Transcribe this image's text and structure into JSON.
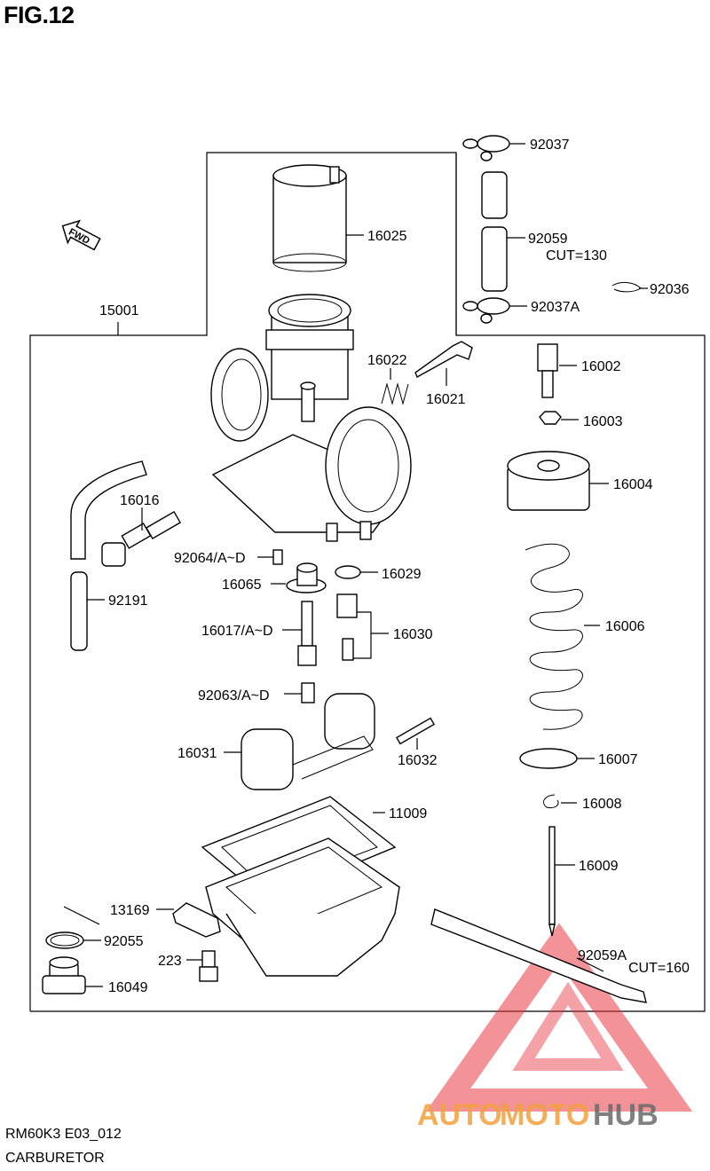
{
  "figure_title": "FIG.12",
  "footer": {
    "model_code": "RM60K3 E03_012",
    "section_name": "CARBURETOR"
  },
  "direction_marker": "FWD",
  "watermark": {
    "text_auto": "AUTO",
    "text_moto": "MOTO",
    "text_hub": "HUB"
  },
  "parts": {
    "p15001": "15001",
    "p16025": "16025",
    "p92037": "92037",
    "p92059": "92059",
    "p92059_cut": "CUT=130",
    "p92036": "92036",
    "p92037a": "92037A",
    "p16022": "16022",
    "p16021": "16021",
    "p16002": "16002",
    "p16003": "16003",
    "p16004": "16004",
    "p16016": "16016",
    "p92064": "92064/A~D",
    "p16029": "16029",
    "p16065": "16065",
    "p92191": "92191",
    "p16017": "16017/A~D",
    "p16030": "16030",
    "p16006": "16006",
    "p92063": "92063/A~D",
    "p16031": "16031",
    "p16032": "16032",
    "p16007": "16007",
    "p16008": "16008",
    "p11009": "11009",
    "p16009": "16009",
    "p13169": "13169",
    "p92055": "92055",
    "p92059a": "92059A",
    "p92059a_cut": "CUT=160",
    "p223": "223",
    "p16049": "16049"
  },
  "colors": {
    "watermark_red": "#e8323a",
    "watermark_orange": "#f4a13c",
    "watermark_gray": "#6a6a6a"
  }
}
